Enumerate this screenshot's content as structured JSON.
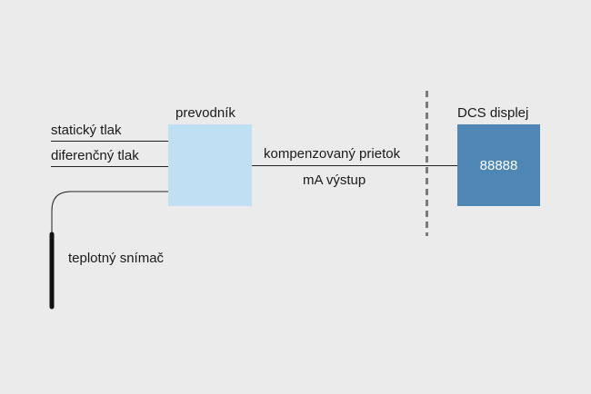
{
  "diagram": {
    "converter": {
      "label": "prevodník"
    },
    "inputs": {
      "static_pressure": "statický tlak",
      "differential_pressure": "diferenčný tlak",
      "temperature_sensor": "teplotný snímač"
    },
    "output": {
      "line1": "kompenzovaný prietok",
      "line2": "mA výstup"
    },
    "display": {
      "label": "DCS displej",
      "value": "88888"
    },
    "colors": {
      "background": "#ebebeb",
      "converter_fill": "#bfdff3",
      "display_fill": "#4e86b6",
      "line": "#222222",
      "boundary": "#7a7a7a"
    }
  }
}
